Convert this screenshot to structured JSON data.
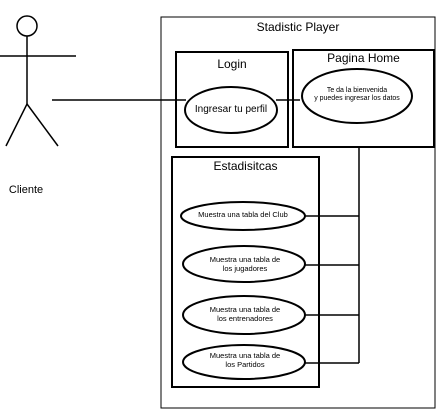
{
  "actor": {
    "name": "Cliente"
  },
  "system": {
    "title": "Stadistic Player"
  },
  "packages": {
    "login": {
      "title": "Login",
      "use_case": "Ingresar tu perfil"
    },
    "home": {
      "title": "Pagina Home",
      "use_case_line1": "Te da la bienvenida",
      "use_case_line2": "y puedes ingresar los datos"
    },
    "stats": {
      "title": "Estadisitcas",
      "use_cases": [
        {
          "line1": "Muestra una tabla del Club",
          "line2": ""
        },
        {
          "line1": "Muestra una tabla de",
          "line2": "los jugadores"
        },
        {
          "line1": "Muestra una tabla de",
          "line2": "los entrenadores"
        },
        {
          "line1": "Muestra una tabla de",
          "line2": "los Partidos"
        }
      ]
    }
  },
  "colors": {
    "line": "#000000",
    "background": "#ffffff"
  }
}
